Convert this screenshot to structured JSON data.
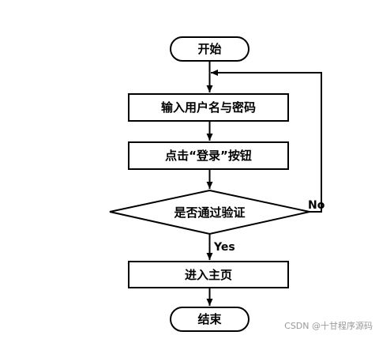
{
  "flowchart": {
    "start": "开始",
    "step_input": "输入用户名与密码",
    "step_click": "点击“登录”按钮",
    "decision": "是否通过验证",
    "step_home": "进入主页",
    "end": "结束",
    "label_no": "No",
    "label_yes": "Yes"
  },
  "colors": {
    "stroke": "#000000",
    "fill": "#ffffff"
  },
  "watermark": "CSDN @十甘程序源码"
}
